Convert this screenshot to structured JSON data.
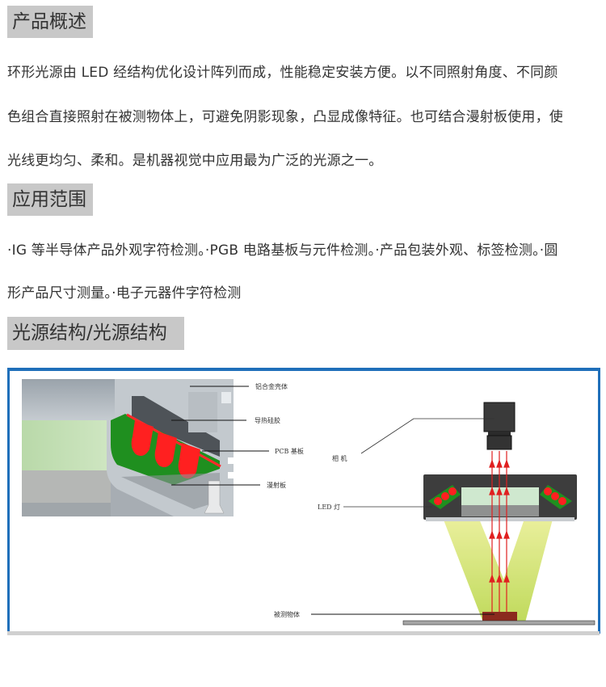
{
  "sections": [
    {
      "title": "产品概述",
      "lines": [
        "环形光源由 LED 经结构优化设计阵列而成，性能稳定安装方便。以不同照射角度、不同颜",
        "色组合直接照射在被测物体上，可避免阴影现象，凸显成像特征。也可结合漫射板使用，使",
        "光线更均匀、柔和。是机器视觉中应用最为广泛的光源之一。"
      ]
    },
    {
      "title": "应用范围",
      "lines": [
        "·IG 等半导体产品外观字符检测。·PGB 电路基板与元件检测。·产品包装外观、标签检测。·圆",
        "形产品尺寸测量。·电子元器件字符检测"
      ]
    },
    {
      "title": "光源结构/光源结构"
    }
  ],
  "diagram": {
    "cross_section_labels": [
      "铝合金壳体",
      "导热硅胶",
      "PCB 基板",
      "漫射板"
    ],
    "system_labels": [
      "相  机",
      "LED 灯",
      "被测物体"
    ],
    "colors": {
      "frame": "#1f6fba",
      "heading_bg": "#c8c8c8",
      "led": "#ff2020",
      "pcb": "#1a8a1a",
      "light_beam": "#e6ec7a",
      "object": "#8b2a1e"
    }
  }
}
